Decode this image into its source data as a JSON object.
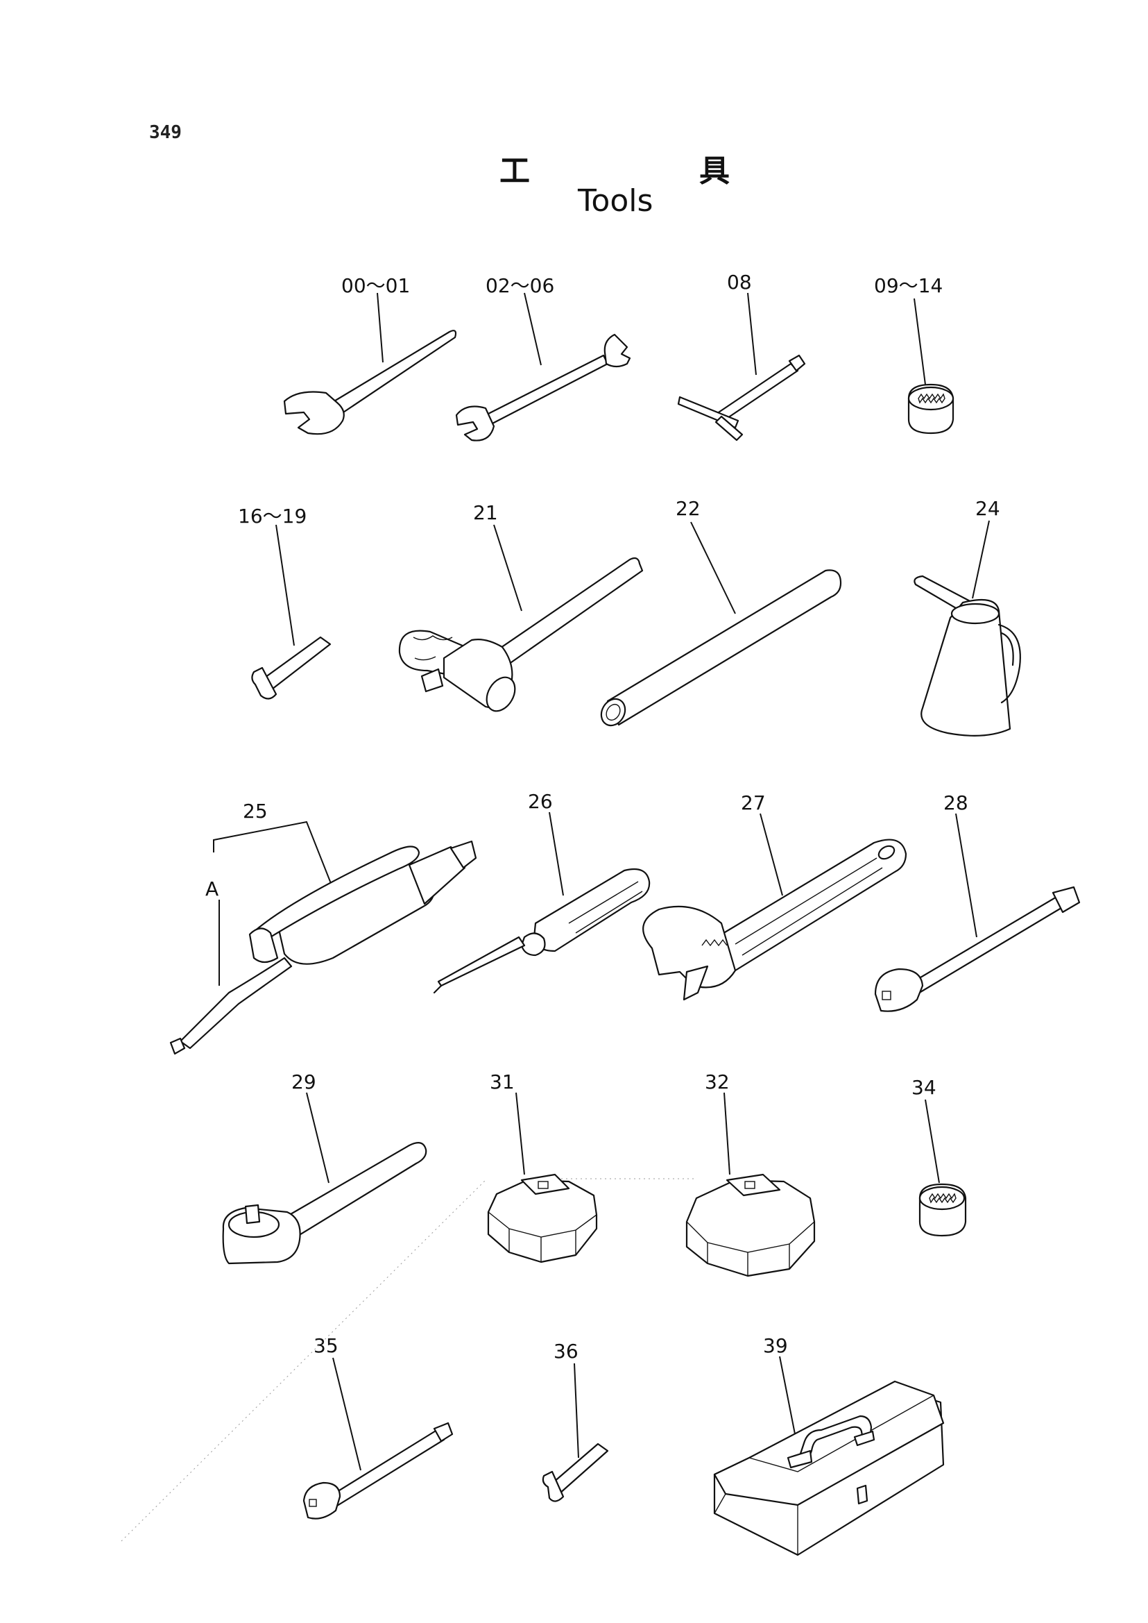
{
  "page": {
    "number": "349",
    "title_jp_left": "工",
    "title_jp_right": "具",
    "title_en": "Tools"
  },
  "items": [
    {
      "key": "wrench_00_01",
      "callout": "00～01",
      "icon": "open-end-wrench-icon"
    },
    {
      "key": "wrench_02_06",
      "callout": "02～06",
      "icon": "double-open-end-wrench-icon"
    },
    {
      "key": "tbar_08",
      "callout": "08",
      "icon": "t-handle-wrench-icon"
    },
    {
      "key": "socket_09_14",
      "callout": "09～14",
      "icon": "socket-icon"
    },
    {
      "key": "hexkey_16_19",
      "callout": "16～19",
      "icon": "hex-key-icon"
    },
    {
      "key": "hammer_21",
      "callout": "21",
      "icon": "hammer-icon"
    },
    {
      "key": "pipe_22",
      "callout": "22",
      "icon": "pipe-icon"
    },
    {
      "key": "oiler_24",
      "callout": "24",
      "icon": "oil-can-icon"
    },
    {
      "key": "greasegun_25",
      "callout": "25",
      "sub_label": "A",
      "icon": "grease-gun-icon"
    },
    {
      "key": "screwdriver_26",
      "callout": "26",
      "icon": "screwdriver-icon"
    },
    {
      "key": "adjwrench_27",
      "callout": "27",
      "icon": "adjustable-wrench-icon"
    },
    {
      "key": "extension_28",
      "callout": "28",
      "icon": "socket-extension-icon"
    },
    {
      "key": "ratchet_29",
      "callout": "29",
      "icon": "ratchet-handle-icon"
    },
    {
      "key": "filtercap_31",
      "callout": "31",
      "icon": "filter-cap-wrench-icon"
    },
    {
      "key": "filtercap_32",
      "callout": "32",
      "icon": "filter-cap-wrench-large-icon"
    },
    {
      "key": "socket_34",
      "callout": "34",
      "icon": "socket-icon"
    },
    {
      "key": "extension_35",
      "callout": "35",
      "icon": "socket-extension-short-icon"
    },
    {
      "key": "hexkey_36",
      "callout": "36",
      "icon": "hex-key-small-icon"
    },
    {
      "key": "toolbox_39",
      "callout": "39",
      "icon": "toolbox-icon"
    }
  ]
}
